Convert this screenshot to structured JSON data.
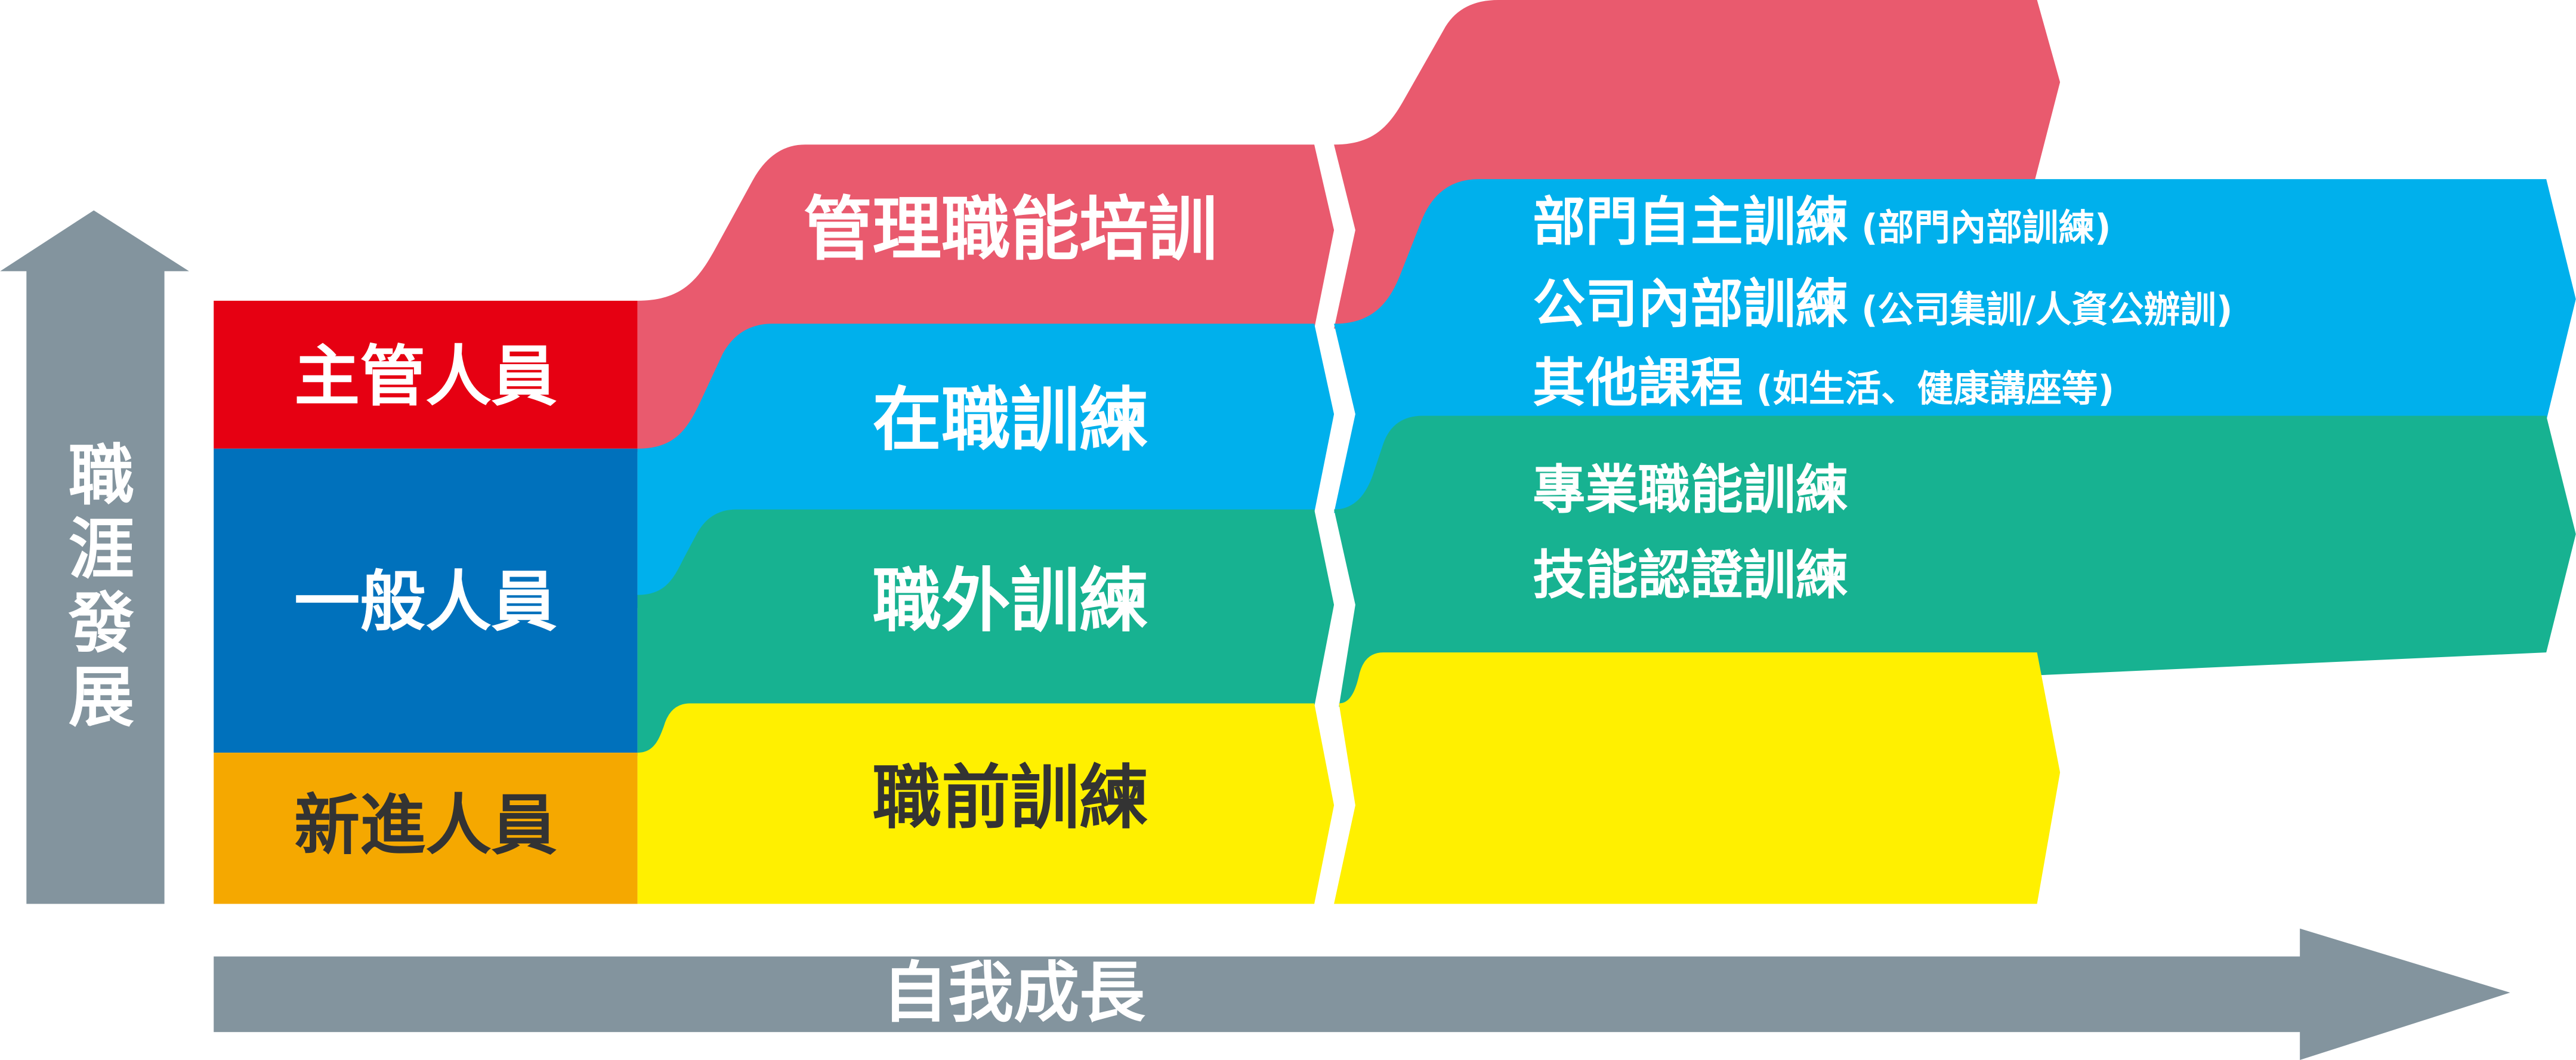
{
  "vertical_axis": {
    "label": "職涯發展"
  },
  "horizontal_axis": {
    "label": "自我成長"
  },
  "levels": [
    {
      "label": "主管人員"
    },
    {
      "label": "一般人員"
    },
    {
      "label": "新進人員"
    }
  ],
  "training_types": [
    {
      "label": "管理職能培訓"
    },
    {
      "label": "在職訓練"
    },
    {
      "label": "職外訓練"
    },
    {
      "label": "職前訓練"
    }
  ],
  "details": {
    "on_job": [
      {
        "main": "部門自主訓練",
        "note": "(部門內部訓練)"
      },
      {
        "main": "公司內部訓練",
        "note": "(公司集訓/人資公辦訓)"
      },
      {
        "main": "其他課程",
        "note": "(如生活、健康講座等)"
      }
    ],
    "off_job": [
      {
        "main": "專業職能訓練"
      },
      {
        "main": "技能認證訓練"
      }
    ]
  },
  "colors": {
    "arrow_gray": "#83949e",
    "manager_red": "#e60012",
    "general_blue": "#0071bc",
    "new_orange": "#f5a800",
    "pink": "#e95a6e",
    "cyan": "#00b0ec",
    "green": "#17b291",
    "yellow": "#fff000"
  }
}
